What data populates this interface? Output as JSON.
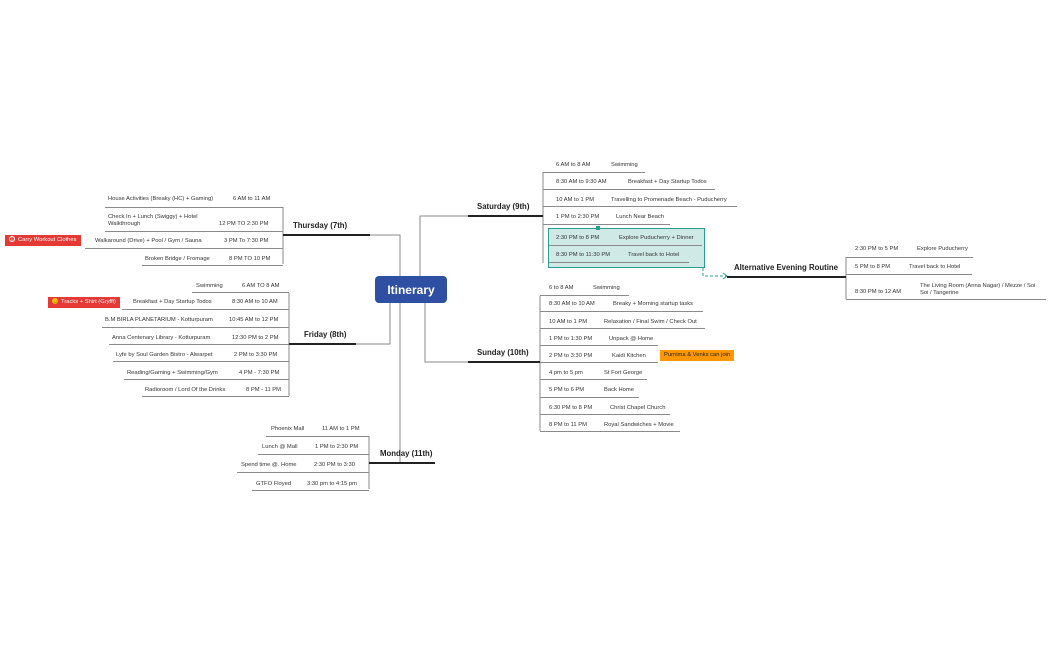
{
  "root": {
    "label": "Itinerary"
  },
  "thursday": {
    "title": "Thursday (7th)",
    "items": [
      {
        "activity": "House Activities (Breaky (HC) + Gaming)",
        "time": "6 AM to 11 AM"
      },
      {
        "activity": "Check In + Lunch (Swiggy) + Hotel Walkthrough",
        "time": "12 PM TO 2:30 PM"
      },
      {
        "activity": "Walkaround (Drive) + Pool / Gym / Sauna",
        "time": "3 PM To 7:30 PM"
      },
      {
        "activity": "Broken Bridge / Fromage",
        "time": "8 PM TO 10 PM"
      }
    ],
    "tag": {
      "label": "Carry Workout Clothes",
      "icon": "info-icon",
      "color": "#e53935"
    }
  },
  "friday": {
    "title": "Friday (8th)",
    "items": [
      {
        "activity": "Swimming",
        "time": "6 AM TO 8 AM"
      },
      {
        "activity": "Breakfast + Day Startup Todos",
        "time": "8:30 AM to 10 AM"
      },
      {
        "activity": "B.M BIRLA PLANETARIUM - Kotturpuram",
        "time": "10:45 AM to 12 PM"
      },
      {
        "activity": "Anna Centenary Library - Kotturpuram",
        "time": "12:30 PM to 2 PM"
      },
      {
        "activity": "Lyfe by Soul Garden Bistro - Alwarpet",
        "time": "2 PM to 3:30 PM"
      },
      {
        "activity": "Reading/Gaming + Swimming/Gym",
        "time": "4 PM - 7:30 PM"
      },
      {
        "activity": "Radioroom / Lord Of the Drinks",
        "time": "8 PM - 11 PM"
      }
    ],
    "tag": {
      "label": "Tracks + Shirt (Gryffi)",
      "icon": "smiley-icon",
      "color": "#e53935"
    }
  },
  "monday": {
    "title": "Monday (11th)",
    "items": [
      {
        "activity": "Phoenix Mall",
        "time": "11 AM to 1 PM"
      },
      {
        "activity": "Lunch @ Mall",
        "time": "1 PM to 2:30 PM"
      },
      {
        "activity": "Spend time @. Home",
        "time": "2:30 PM to 3:30"
      },
      {
        "activity": "GTFO Floyed",
        "time": "3:30 pm to 4:15 pm"
      }
    ]
  },
  "saturday": {
    "title": "Saturday (9th)",
    "items": [
      {
        "time": "6 AM to 8 AM",
        "activity": "Swimming"
      },
      {
        "time": "8:30 AM to 9:30 AM",
        "activity": "Breakfast + Day Startup Todos"
      },
      {
        "time": "10 AM to 1 PM",
        "activity": "Travelling to Promenade Beach - Puducherry"
      },
      {
        "time": "1 PM to 2:30 PM",
        "activity": "Lunch Near Beach"
      },
      {
        "time": "2:30 PM to 8 PM",
        "activity": "Explore Puducherry + Dinner"
      },
      {
        "time": "8:30 PM to 11:30 PM",
        "activity": "Travel back to Hotel"
      }
    ]
  },
  "sunday": {
    "title": "Sunday (10th)",
    "items": [
      {
        "time": "6 to 8 AM",
        "activity": "Swimming"
      },
      {
        "time": "8:30 AM to 10 AM",
        "activity": "Breaky + Morning startup tasks"
      },
      {
        "time": "10 AM to 1 PM",
        "activity": "Relaxation / Final Swim / Check Out"
      },
      {
        "time": "1 PM to 1:30 PM",
        "activity": "Unpack @ Home"
      },
      {
        "time": "2 PM to 3:30 PM",
        "activity": "Kaidi Kitchen"
      },
      {
        "time": "4 pm to 5 pm",
        "activity": "St Fort George"
      },
      {
        "time": "5 PM to 6 PM",
        "activity": "Back Home"
      },
      {
        "time": "6:30 PM to 8 PM",
        "activity": "Christ Chapel Church"
      },
      {
        "time": "8 PM to 11 PM",
        "activity": "Royal Sandwiches + Movie"
      }
    ],
    "tag": {
      "label": "Purnima & Venks can join",
      "color": "#ff9800"
    }
  },
  "alternative": {
    "title": "Alternative Evening Routine",
    "items": [
      {
        "time": "2:30 PM to 5 PM",
        "activity": "Explore Puducherry"
      },
      {
        "time": "5 PM to 8 PM",
        "activity": "Travel back to Hotel"
      },
      {
        "time": "8:30 PM to 12 AM",
        "activity": "The Living Room (Anna Nagar) / Mezze / Soi Soi / Tangerine"
      }
    ]
  },
  "colors": {
    "root": "#2f4fa3",
    "connector": "#8a8a8a",
    "highlight_fill": "#cfe9e6",
    "highlight_border": "#2a9d8f"
  }
}
